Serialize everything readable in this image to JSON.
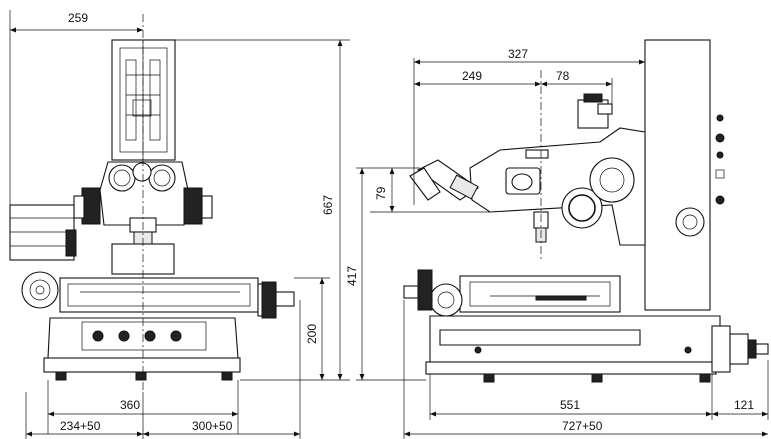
{
  "dimensions": {
    "front_width": "259",
    "base_width": "360",
    "base_left": "234+50",
    "base_right": "300+50",
    "overall_height": "667",
    "stage_height": "200",
    "side_total_height": "417",
    "side_top_total": "327",
    "side_top_left": "249",
    "side_top_right": "78",
    "eyepiece_offset": "79",
    "side_base_depth": "551",
    "side_extension": "121",
    "side_overall_depth": "727+50"
  }
}
